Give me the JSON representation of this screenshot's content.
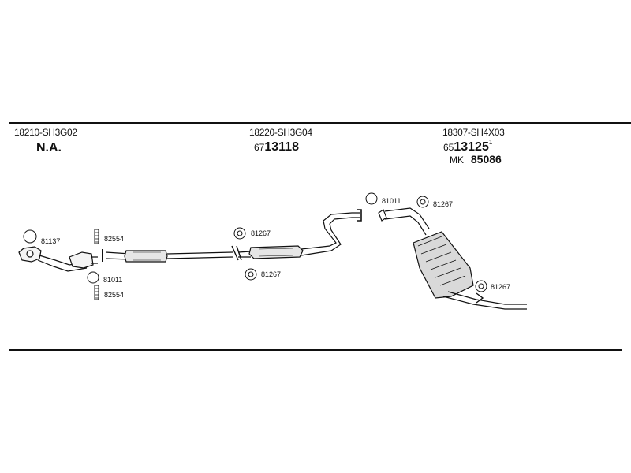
{
  "sections": [
    {
      "part_number": "18210-SH3G02",
      "code_prefix": "",
      "code_main": "N.A.",
      "code_suffix": ""
    },
    {
      "part_number": "18220-SH3G04",
      "code_prefix": "67",
      "code_main": "13118",
      "code_suffix": ""
    },
    {
      "part_number": "18307-SH4X03",
      "code_prefix": "65",
      "code_main": "13125",
      "code_suffix": "1",
      "mk_label": "MK",
      "mk_value": "85086"
    }
  ],
  "callouts": {
    "front_gasket": "81137",
    "front_clamp_top": "82554",
    "front_ring": "81011",
    "front_clamp_bottom": "82554",
    "mid_hanger_top": "81267",
    "mid_hanger_bottom": "81267",
    "rear_ring": "81011",
    "rear_hanger_top": "81267",
    "rear_hanger_bottom": "81267"
  }
}
